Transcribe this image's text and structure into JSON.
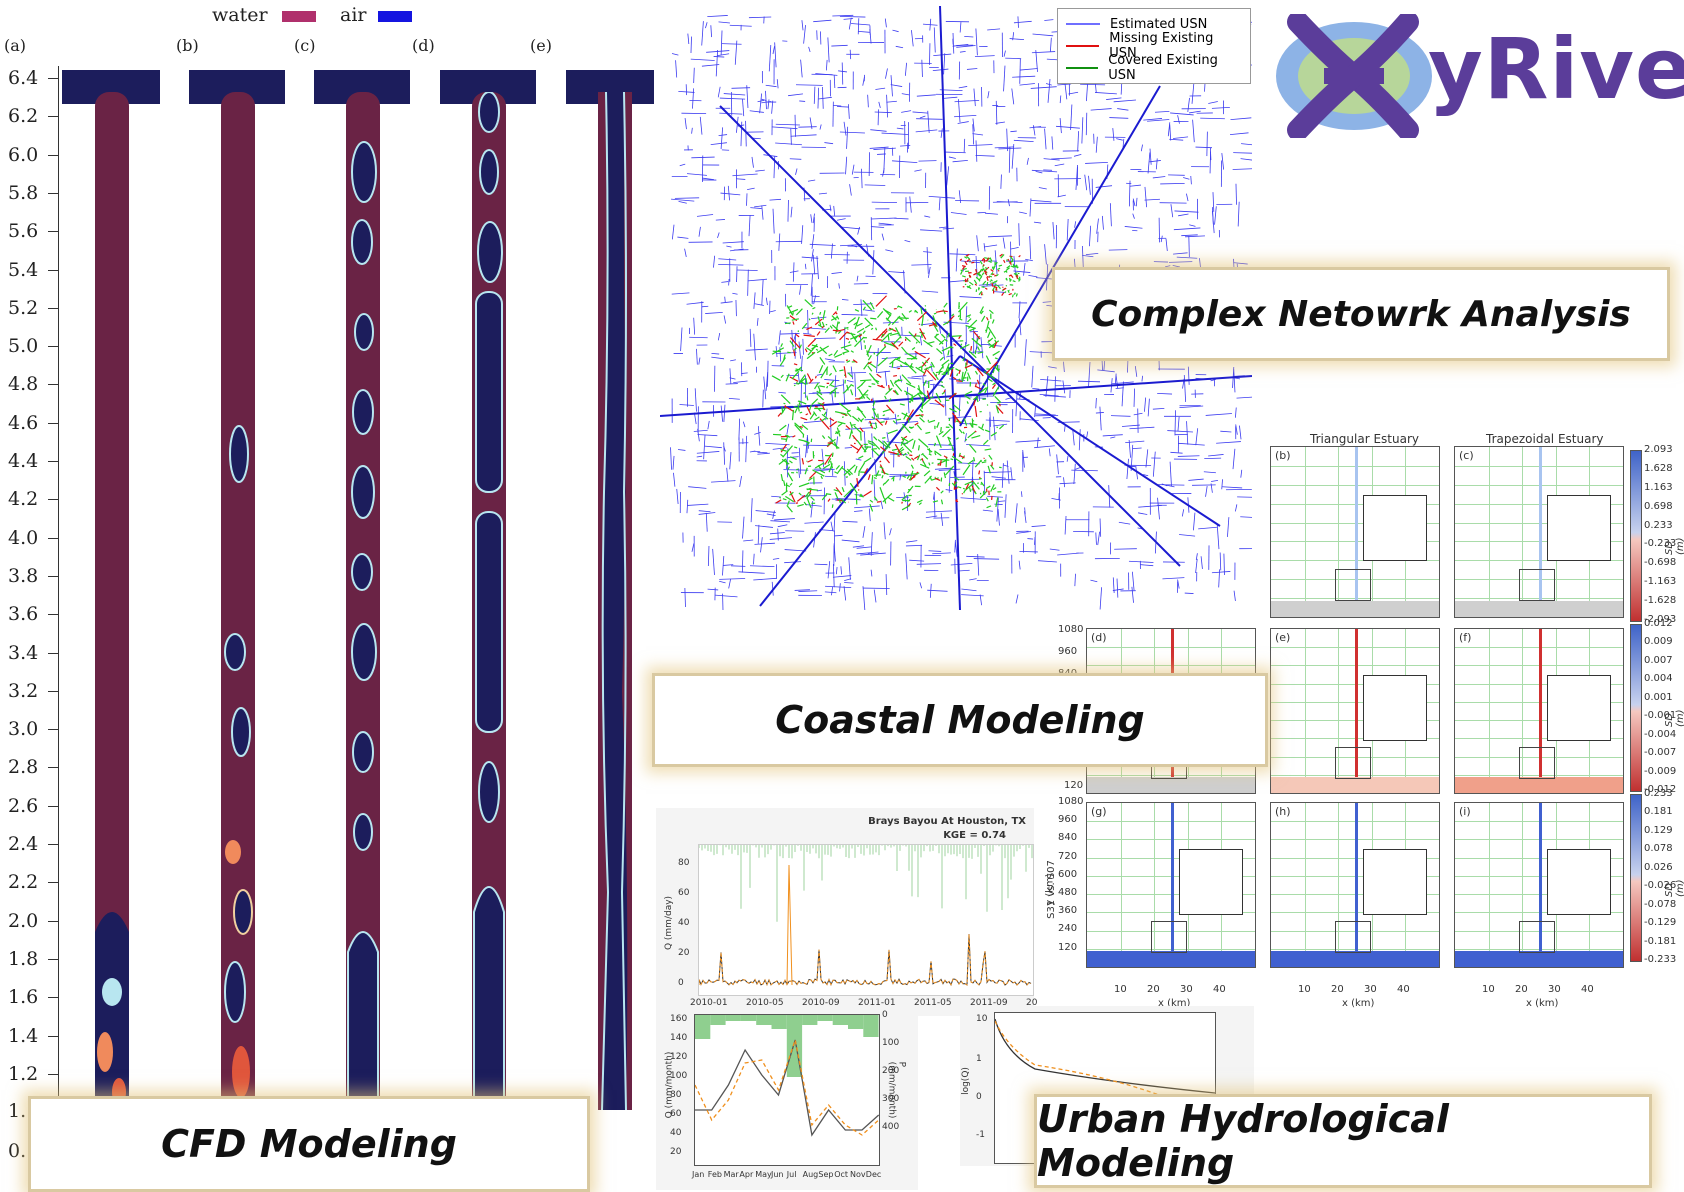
{
  "cfd": {
    "legend": {
      "water": "water",
      "air": "air",
      "water_color": "#b0306c",
      "air_color": "#1515e0"
    },
    "panels": [
      "(a)",
      "(b)",
      "(c)",
      "(d)",
      "(e)"
    ],
    "y_ticks": [
      "6.4",
      "6.2",
      "6.0",
      "5.8",
      "5.6",
      "5.4",
      "5.2",
      "5.0",
      "4.8",
      "4.6",
      "4.4",
      "4.2",
      "4.0",
      "3.8",
      "3.6",
      "3.4",
      "3.2",
      "3.0",
      "2.8",
      "2.6",
      "2.4",
      "2.2",
      "2.0",
      "1.8",
      "1.6",
      "1.4",
      "1.2"
    ],
    "bottom_partial_ticks": [
      "1.",
      "0."
    ]
  },
  "banners": {
    "network": "Complex Netowrk Analysis",
    "coastal": "Coastal Modeling",
    "cfd": "CFD Modeling",
    "urban": "Urban Hydrological Modeling"
  },
  "logo": {
    "text": "yRiver"
  },
  "network_legend": {
    "items": [
      {
        "label": "Estimated USN",
        "color": "#6f6fff"
      },
      {
        "label": "Missing Existing USN",
        "color": "#e01010"
      },
      {
        "label": "Covered Existing USN",
        "color": "#109010"
      }
    ]
  },
  "estuary": {
    "titles": [
      "Triangular Estuary",
      "Trapezoidal Estuary"
    ],
    "panel_letters": [
      "(b)",
      "(c)",
      "(d)",
      "(e)",
      "(f)",
      "(g)",
      "(h)",
      "(i)"
    ],
    "y_ticks_mid": [
      "1080",
      "960",
      "840"
    ],
    "y_ticks_low": [
      "1080",
      "960",
      "840",
      "720",
      "600",
      "480",
      "360",
      "240",
      "120"
    ],
    "y_tick_mid_low": "120",
    "ylabel": "S31 vs. S07",
    "ylabel2": "y (km)",
    "x_ticks": [
      "10",
      "20",
      "30",
      "40"
    ],
    "xlabel": "x (km)",
    "cb1": [
      "2.093",
      "1.628",
      "1.163",
      "0.698",
      "0.233",
      "-0.233",
      "-0.698",
      "-1.163",
      "-1.628",
      "-2.093"
    ],
    "cb2": [
      "0.012",
      "0.009",
      "0.007",
      "0.004",
      "0.001",
      "-0.001",
      "-0.004",
      "-0.007",
      "-0.009",
      "-0.012"
    ],
    "cb3": [
      "0.233",
      "0.181",
      "0.129",
      "0.078",
      "0.026",
      "-0.026",
      "-0.078",
      "-0.129",
      "-0.181",
      "-0.233"
    ],
    "cb_label": "SD (m)"
  },
  "hydro": {
    "title": "Brays Bayou At Houston, TX",
    "kge": "KGE = 0.74",
    "ylabel": "Q (mm/day)",
    "y_ticks": [
      "80",
      "60",
      "40",
      "20",
      "0"
    ],
    "x_ticks": [
      "2010-01",
      "2010-05",
      "2010-09",
      "2011-01",
      "2011-05",
      "2011-09",
      "20"
    ],
    "monthly": {
      "ylabel": "Q (mm/month)",
      "ylabel2": "P (mm/month)",
      "y_ticks": [
        "160",
        "140",
        "120",
        "100",
        "80",
        "60",
        "40",
        "20"
      ],
      "y2_ticks": [
        "0",
        "100",
        "200",
        "300",
        "400"
      ],
      "months": [
        "Jan",
        "Feb",
        "Mar",
        "Apr",
        "May",
        "Jun",
        "Jul",
        "Aug",
        "Sep",
        "Oct",
        "Nov",
        "Dec"
      ]
    },
    "fdc": {
      "ylabel": "log(Q)",
      "y_ticks": [
        "10",
        "1",
        "0",
        "-1"
      ]
    }
  }
}
